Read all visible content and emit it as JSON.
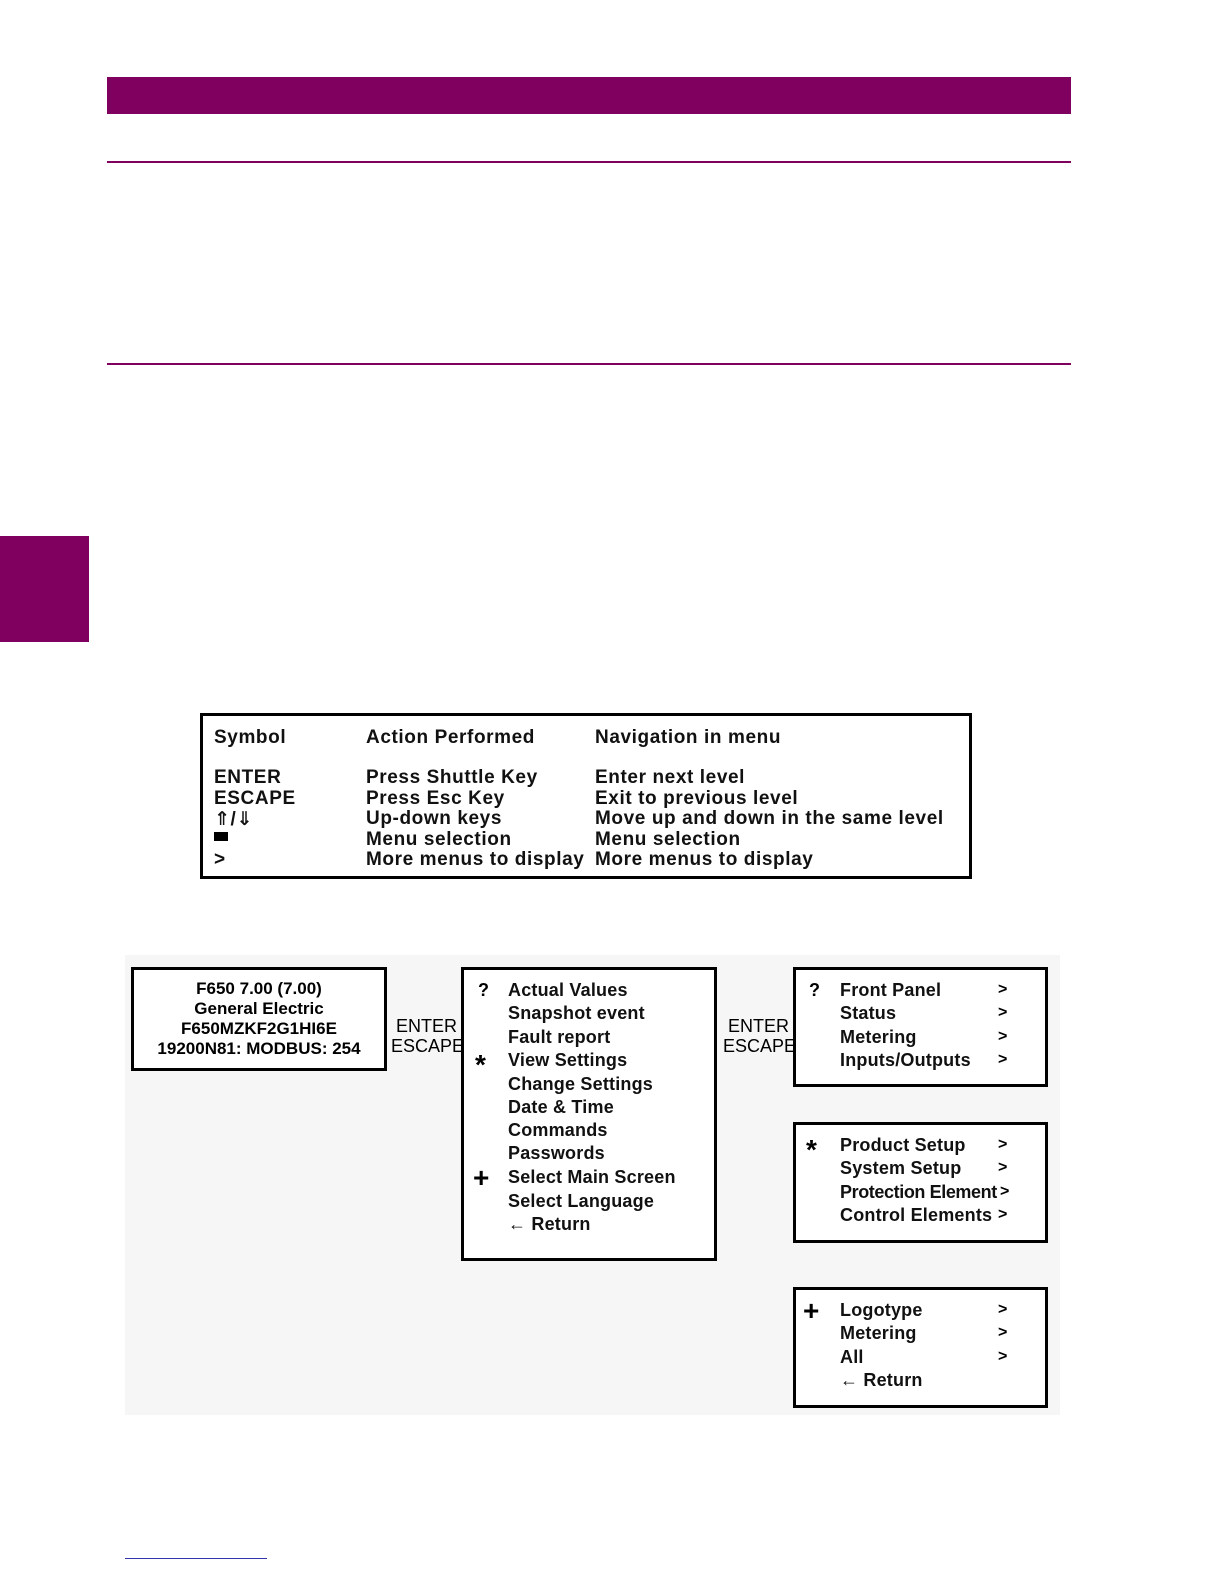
{
  "legend": {
    "headers": {
      "symbol": "Symbol",
      "action": "Action  Performed",
      "navigation": "Navigation in menu"
    },
    "rows": [
      {
        "symbol": "ENTER",
        "action": "Press Shuttle Key",
        "navigation": "Enter next level"
      },
      {
        "symbol": "ESCAPE",
        "action": "Press Esc Key",
        "navigation": "Exit to previous level"
      },
      {
        "symbol": "⇑/⇓",
        "action": "Up-down keys",
        "navigation": "Move up and down in the same level"
      },
      {
        "symbol": "",
        "action": "Menu selection",
        "navigation": "Menu selection"
      },
      {
        "symbol": ">",
        "action": "More menus to display",
        "navigation": "More menus to display"
      }
    ]
  },
  "status_screen": {
    "lines": [
      "F650 7.00 (7.00)",
      "General Electric",
      "F650MZKF2G1HI6E",
      "19200N81: MODBUS: 254"
    ]
  },
  "nav_labels": {
    "enter": "ENTER",
    "escape": "ESCAPE"
  },
  "main_menu": {
    "items": [
      {
        "marker": "?",
        "label": "Actual Values"
      },
      {
        "marker": "",
        "label": "Snapshot event"
      },
      {
        "marker": "",
        "label": "Fault report"
      },
      {
        "marker": "*",
        "label": "View Settings"
      },
      {
        "marker": "",
        "label": "Change Settings"
      },
      {
        "marker": "",
        "label": "Date & Time"
      },
      {
        "marker": "",
        "label": "Commands"
      },
      {
        "marker": "",
        "label": "Passwords"
      },
      {
        "marker": "+",
        "label": "Select Main Screen"
      },
      {
        "marker": "",
        "label": "Select Language"
      },
      {
        "marker": "",
        "label": "← Return"
      }
    ]
  },
  "submenu_actual": {
    "items": [
      {
        "marker": "?",
        "label": "Front Panel",
        "more": ">"
      },
      {
        "marker": "",
        "label": "Status",
        "more": ">"
      },
      {
        "marker": "",
        "label": "Metering",
        "more": ">"
      },
      {
        "marker": "",
        "label": "Inputs/Outputs",
        "more": ">"
      }
    ]
  },
  "submenu_settings": {
    "items": [
      {
        "marker": "*",
        "label": "Product Setup",
        "more": ">"
      },
      {
        "marker": "",
        "label": "System Setup",
        "more": ">"
      },
      {
        "marker": "",
        "label": "Protection Element",
        "more": ">"
      },
      {
        "marker": "",
        "label": "Control Elements",
        "more": ">"
      }
    ]
  },
  "submenu_main_screen": {
    "items": [
      {
        "marker": "+",
        "label": "Logotype",
        "more": ">"
      },
      {
        "marker": "",
        "label": "Metering",
        "more": ">"
      },
      {
        "marker": "",
        "label": "All",
        "more": ">"
      },
      {
        "marker": "",
        "label": "← Return",
        "more": ""
      }
    ]
  },
  "colors": {
    "accent": "#800060",
    "border": "#000000",
    "footer_line": "#3333aa"
  }
}
